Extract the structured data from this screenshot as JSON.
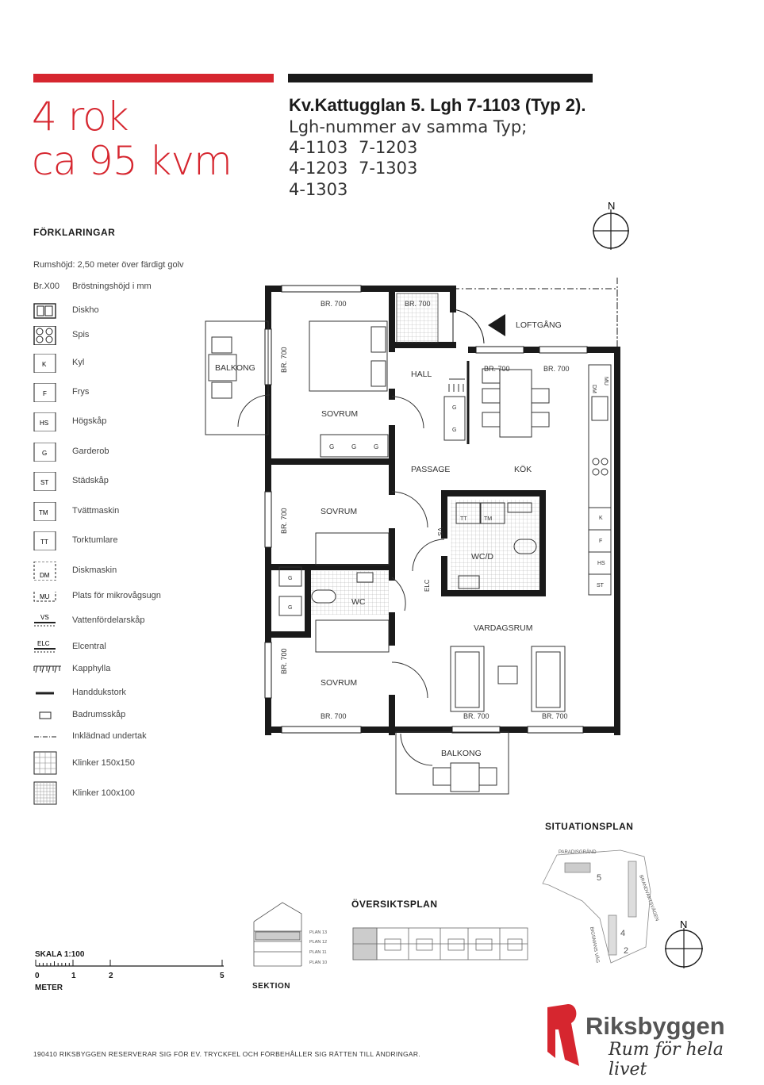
{
  "headline": {
    "rooms": "4 rok",
    "area": "ca 95 kvm"
  },
  "header": {
    "title": "Kv.Kattugglan 5. Lgh 7-1103 (Typ 2).",
    "subtitle": "Lgh-nummer av samma Typ;",
    "numbers": [
      [
        "4-1103",
        "7-1203"
      ],
      [
        "4-1203",
        "7-1303"
      ],
      [
        "4-1303",
        ""
      ]
    ]
  },
  "legend": {
    "title": "FÖRKLARINGAR",
    "ceiling": "Rumshöjd: 2,50 meter över färdigt golv",
    "items": [
      {
        "code": "Br.X00",
        "label": "Bröstningshöjd i mm"
      },
      {
        "code": "",
        "label": "Diskho"
      },
      {
        "code": "",
        "label": "Spis"
      },
      {
        "code": "K",
        "label": "Kyl"
      },
      {
        "code": "F",
        "label": "Frys"
      },
      {
        "code": "HS",
        "label": "Högskåp"
      },
      {
        "code": "G",
        "label": "Garderob"
      },
      {
        "code": "ST",
        "label": "Städskåp"
      },
      {
        "code": "TM",
        "label": "Tvättmaskin"
      },
      {
        "code": "TT",
        "label": "Torktumlare"
      },
      {
        "code": "DM",
        "label": "Diskmaskin"
      },
      {
        "code": "MU",
        "label": "Plats för mikrovågsugn"
      },
      {
        "code": "VS",
        "label": "Vattenfördelarskåp"
      },
      {
        "code": "ELC",
        "label": "Elcentral"
      },
      {
        "code": "",
        "label": "Kapphylla"
      },
      {
        "code": "",
        "label": "Handdukstork"
      },
      {
        "code": "",
        "label": "Badrumsskåp"
      },
      {
        "code": "",
        "label": "Inklädnad undertak"
      },
      {
        "code": "",
        "label": "Klinker 150x150"
      },
      {
        "code": "",
        "label": "Klinker 100x100"
      }
    ]
  },
  "plan": {
    "north": "N",
    "rooms": {
      "balkong_w": "BALKONG",
      "sovrum1": "SOVRUM",
      "sovrum2": "SOVRUM",
      "sovrum3": "SOVRUM",
      "hall": "HALL",
      "passage": "PASSAGE",
      "kok": "KÖK",
      "wcd": "WC/D",
      "wc": "WC",
      "vardagsrum": "VARDAGSRUM",
      "balkong_s": "BALKONG",
      "loftgang": "LOFTGÅNG"
    },
    "br700": "BR. 700",
    "codes": {
      "g": "G",
      "tt": "TT",
      "tm": "TM",
      "vs": "VS",
      "elc": "ELC",
      "dm": "DM",
      "mu": "MU",
      "k": "K",
      "f": "F",
      "hs": "HS",
      "st": "ST"
    }
  },
  "situationsplan": {
    "title": "SITUATIONSPLAN",
    "streets": [
      "PARADISGRÄND",
      "BRANDVAKTSVÄGEN",
      "BIGSMANS VÄG"
    ],
    "numbers": [
      "5",
      "4",
      "2"
    ],
    "north": "N"
  },
  "oversiktsplan": {
    "title": "ÖVERSIKTSPLAN"
  },
  "sektion": {
    "title": "SEKTION",
    "levels": [
      "PLAN 13",
      "PLAN 12",
      "PLAN 11",
      "PLAN 10"
    ]
  },
  "scale": {
    "title": "SKALA 1:100",
    "ticks": [
      "0",
      "1",
      "2",
      "5"
    ],
    "unit": "METER"
  },
  "footer": {
    "note": "190410  RIKSBYGGEN RESERVERAR SIG FÖR EV. TRYCKFEL OCH FÖRBEHÅLLER SIG RÄTTEN TILL ÄNDRINGAR.",
    "brand": "Riksbyggen",
    "slogan": "Rum för hela livet"
  },
  "colors": {
    "accent": "#d6262f",
    "ink": "#1a1a1a"
  }
}
